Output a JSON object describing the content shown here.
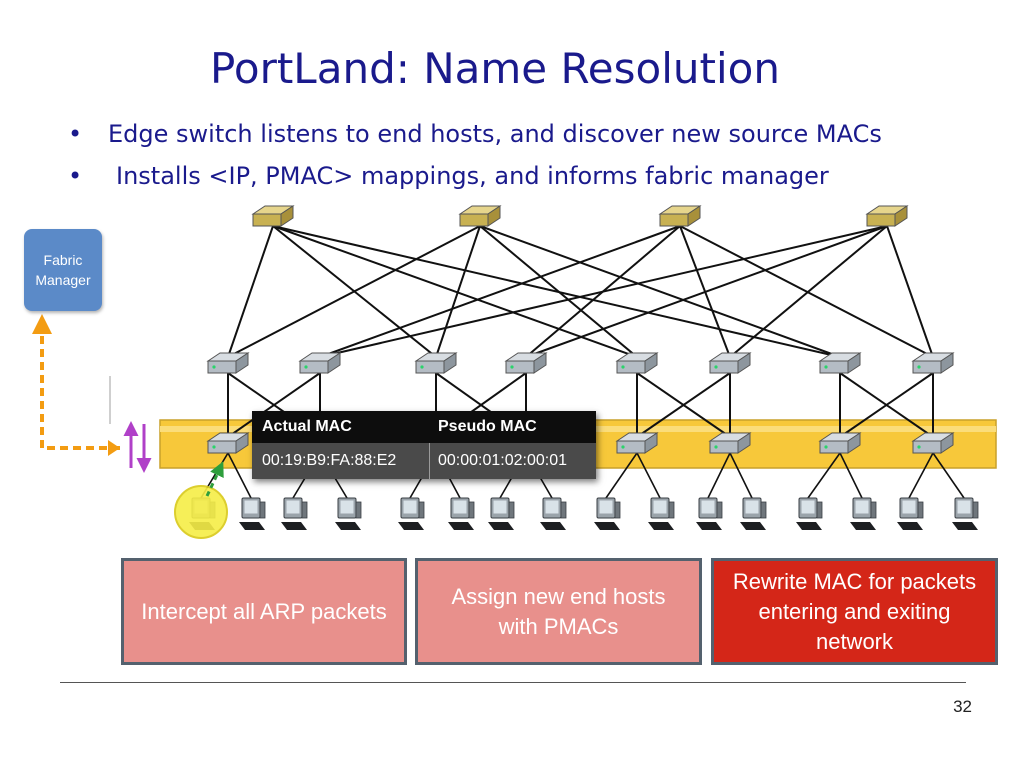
{
  "slide": {
    "title": "PortLand: Name Resolution",
    "bullets": [
      "Edge switch listens to end hosts, and discover new source MACs",
      "Installs <IP, PMAC> mappings, and informs fabric manager"
    ],
    "page_number": "32"
  },
  "fabric_manager": {
    "line1": "Fabric",
    "line2": "Manager"
  },
  "mac_table": {
    "headers": [
      "Actual MAC",
      "Pseudo MAC"
    ],
    "row": [
      "00:19:B9:FA:88:E2",
      "00:00:01:02:00:01"
    ]
  },
  "features": [
    {
      "line1": "Intercept all ARP packets",
      "line2": ""
    },
    {
      "line1": "Assign new end hosts",
      "line2": "with PMACs"
    },
    {
      "line1": "Rewrite MAC for packets",
      "line2": "entering and exiting",
      "line3": "network"
    }
  ],
  "colors": {
    "title_text": "#1a1a8c",
    "edge_band": "#f7c83a",
    "fabric_manager": "#5b8ac8",
    "feature_box_light": "#e8908c",
    "feature_box_active": "#d42618",
    "arrow_orange": "#f39c12",
    "arrow_purple": "#b040c8",
    "arrow_green": "#2e9e3c"
  },
  "icons": [
    "core-switch-icon",
    "aggregation-switch-icon",
    "edge-switch-icon",
    "host-computer-icon"
  ]
}
